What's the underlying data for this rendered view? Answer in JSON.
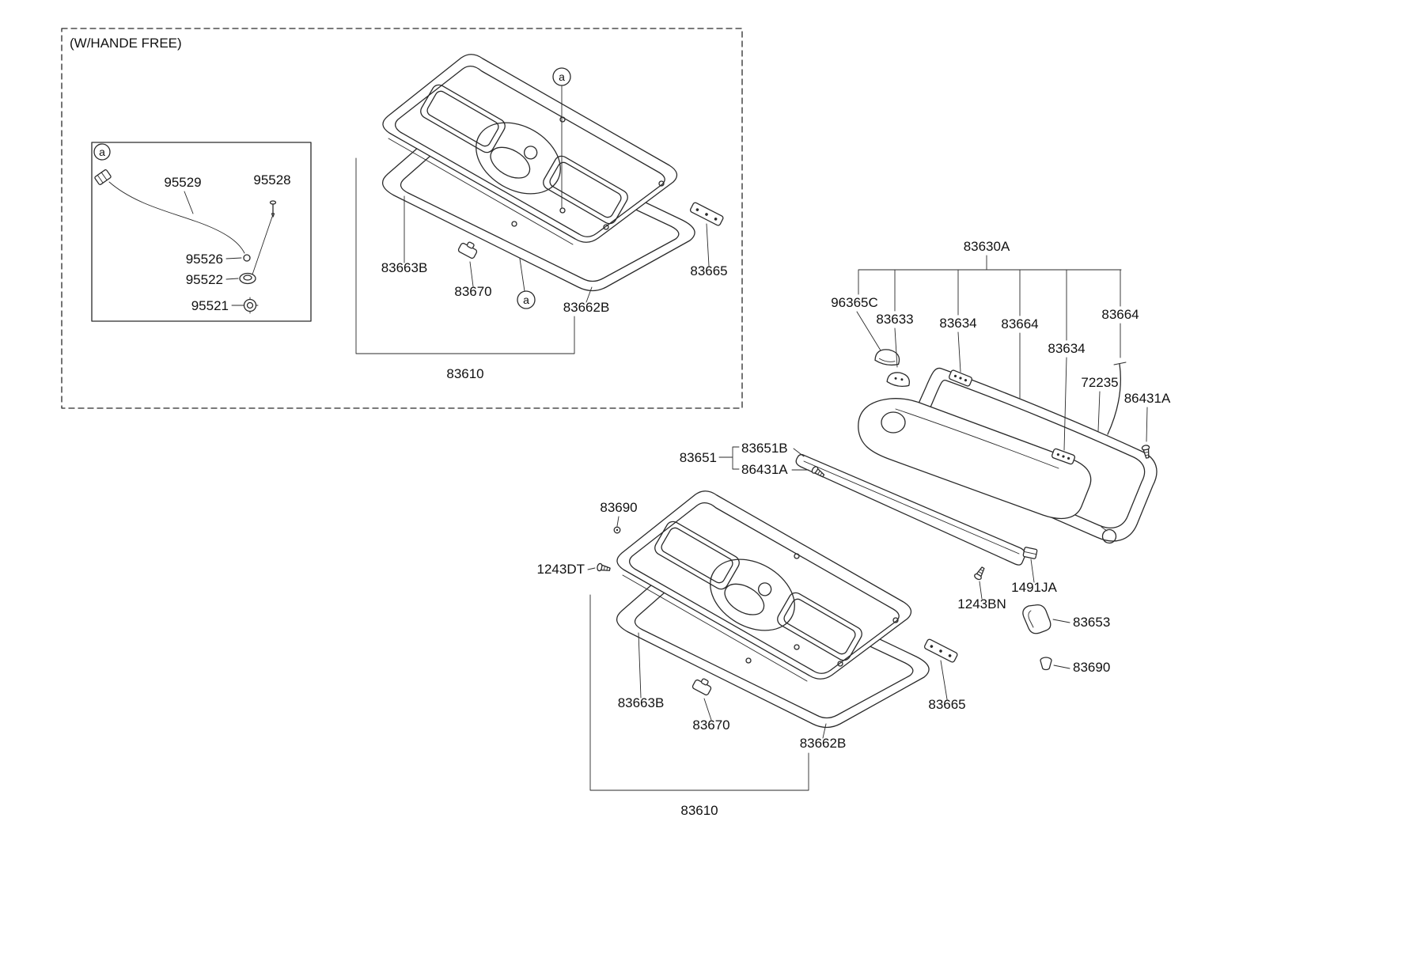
{
  "handsfree_box": {
    "title": "(W/HANDE FREE)",
    "detail_marker": "a",
    "labels": {
      "95529": "95529",
      "95528": "95528",
      "95526": "95526",
      "95522": "95522",
      "95521": "95521"
    }
  },
  "trim_handsfree": {
    "marker_panel": "a",
    "marker_seal": "a",
    "labels": {
      "83663B": "83663B",
      "83670": "83670",
      "83662B": "83662B",
      "83665": "83665",
      "83610": "83610"
    }
  },
  "package_tray": {
    "labels": {
      "83630A": "83630A",
      "96365C": "96365C",
      "83633": "83633",
      "83634": "83634",
      "83664": "83664",
      "72235": "72235",
      "86431A": "86431A",
      "83651": "83651",
      "83651B": "83651B",
      "83690": "83690",
      "1243DT": "1243DT",
      "1243BN": "1243BN",
      "1491JA": "1491JA",
      "83653": "83653"
    }
  },
  "trim_standard": {
    "labels": {
      "83663B": "83663B",
      "83670": "83670",
      "83662B": "83662B",
      "83665": "83665",
      "83610": "83610"
    }
  }
}
